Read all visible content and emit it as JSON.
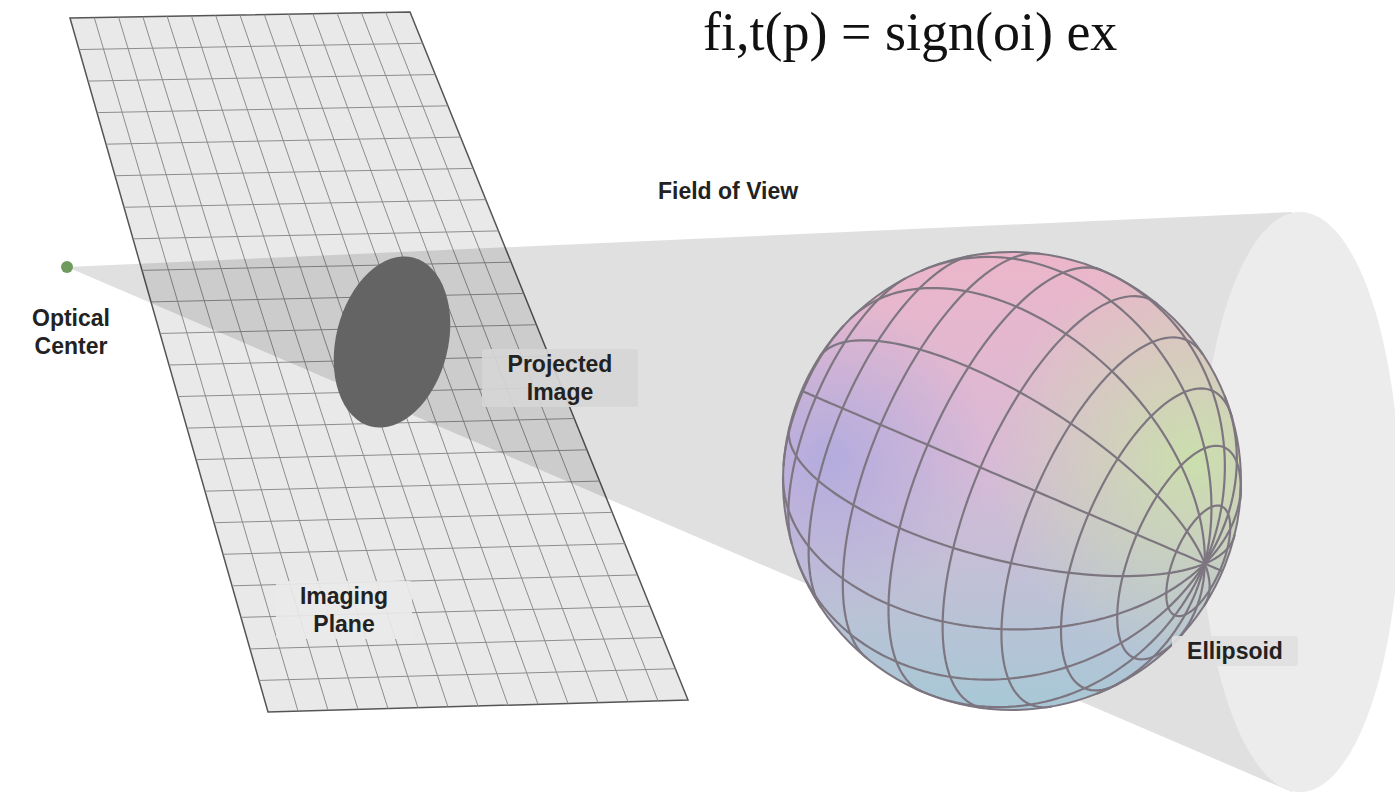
{
  "diagram": {
    "labels": [
      "fi,t(p) = sign(oi) ex",
      "Field of View",
      "Optical Center",
      "Projected Image",
      "Imaging Plane",
      "Ellipsoid"
    ]
  }
}
